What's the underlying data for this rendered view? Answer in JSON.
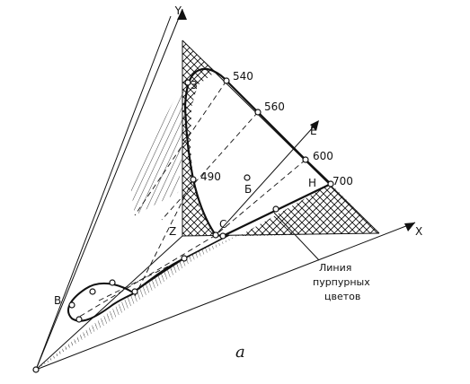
{
  "axes": {
    "x": "X",
    "y": "Y",
    "z": "Z",
    "e": "E"
  },
  "points": {
    "p540": "540",
    "p560": "560",
    "p600": "600",
    "p700": "700",
    "p490": "490",
    "z_point": "З",
    "h_point": "Н",
    "c_point": "С",
    "b_point": "Б",
    "v_point": "В"
  },
  "annotation": {
    "line1": "Линия",
    "line2": "пурпурных",
    "line3": "цветов"
  },
  "caption": "a",
  "colors": {
    "ink": "#111111",
    "background": "#ffffff"
  }
}
